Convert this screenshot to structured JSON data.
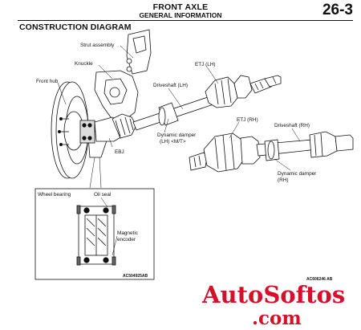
{
  "header": {
    "title": "FRONT AXLE",
    "subtitle": "GENERAL INFORMATION",
    "page_number": "26-3"
  },
  "section_title": "CONSTRUCTION DIAGRAM",
  "labels": {
    "strut_assembly": "Strut assembly",
    "knuckle": "Knuckle",
    "front_hub": "Front hub",
    "etj_lh": "ETJ (LH)",
    "driveshaft_lh": "Driveshaft (LH)",
    "dynamic_damper_lh_line1": "Dynamic damper",
    "dynamic_damper_lh_line2": "(LH) <M/T>",
    "etj_rh": "ETJ (RH)",
    "driveshaft_rh": "Driveshaft (RH)",
    "dynamic_damper_rh_line1": "Dynamic damper",
    "dynamic_damper_rh_line2": "(RH)",
    "ebj": "EBJ"
  },
  "inset": {
    "wheel_bearing": "Wheel bearing",
    "oil_seal": "Oil seal",
    "magnetic_encoder_line1": "Magnetic",
    "magnetic_encoder_line2": "encoder",
    "ref_code": "AC504925AB"
  },
  "figure_ref": "AC606246 AB",
  "watermark": {
    "line1": "AutoSoftos",
    "line2": ".com",
    "color": "#d4102b"
  }
}
